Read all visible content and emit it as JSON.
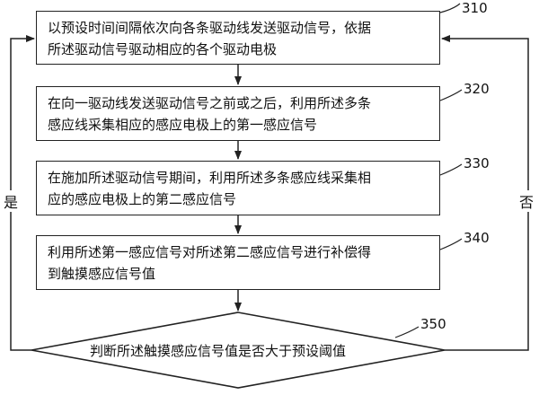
{
  "steps": [
    {
      "id": "310",
      "lines": [
        "以预设时间间隔依次向各条驱动线发送驱动信号，依据",
        "所述驱动信号驱动相应的各个驱动电极"
      ]
    },
    {
      "id": "320",
      "lines": [
        "在向一驱动线发送驱动信号之前或之后，利用所述多条",
        "感应线采集相应的感应电极上的第一感应信号"
      ]
    },
    {
      "id": "330",
      "lines": [
        "在施加所述驱动信号期间，利用所述多条感应线采集相",
        "应的感应电极上的第二感应信号"
      ]
    },
    {
      "id": "340",
      "lines": [
        "利用所述第一感应信号对所述第二感应信号进行补偿得",
        "到触摸感应信号值"
      ]
    }
  ],
  "decision": {
    "id": "350",
    "text": "判断所述触摸感应信号值是否大于预设阈值"
  },
  "branches": {
    "yes": "是",
    "no": "否"
  }
}
